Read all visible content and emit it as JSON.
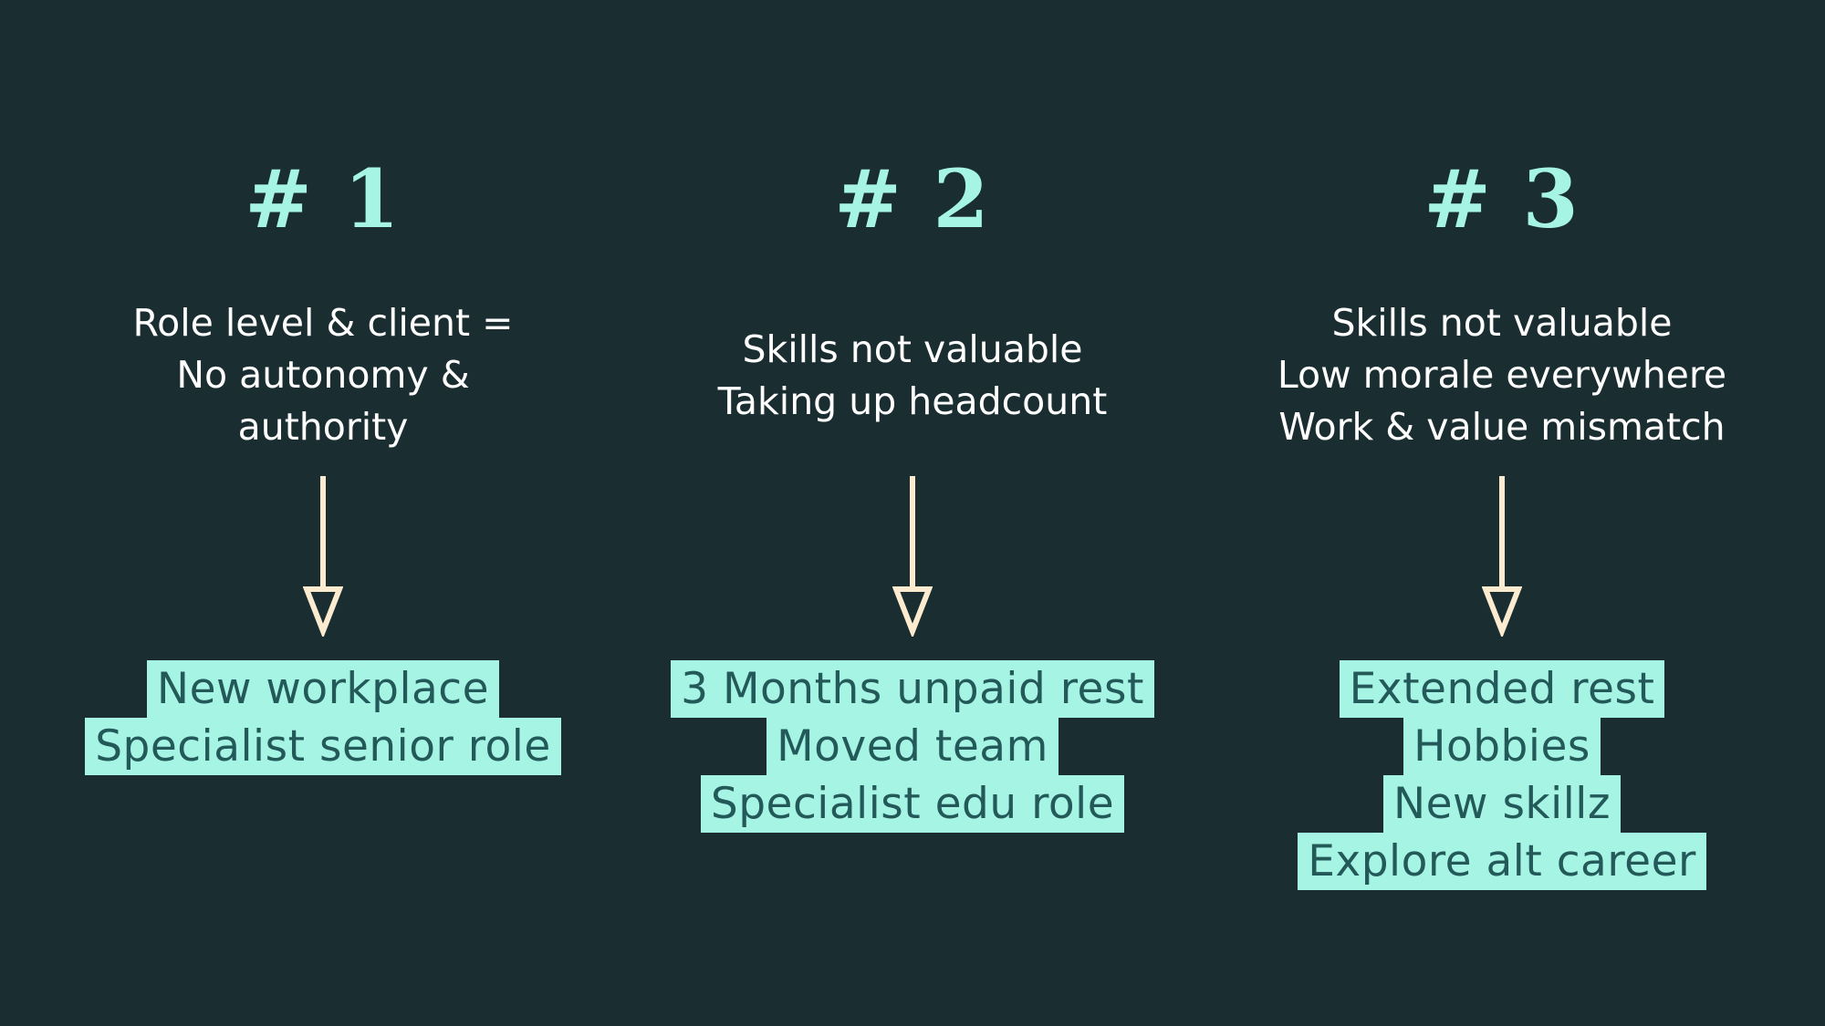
{
  "colors": {
    "background": "#1a2e32",
    "heading": "#a6f5e4",
    "description_text": "#ffffff",
    "arrow": "#fdebd0",
    "highlight_bg": "#a6f5e4",
    "highlight_text": "#24595a"
  },
  "columns": [
    {
      "heading": "# 1",
      "description": [
        "Role level & client =",
        "No autonomy &",
        "authority"
      ],
      "arrow_icon": "arrow-down-icon",
      "outcomes": [
        "New workplace",
        "Specialist senior role"
      ]
    },
    {
      "heading": "# 2",
      "description": [
        "Skills not valuable",
        "Taking up headcount"
      ],
      "arrow_icon": "arrow-down-icon",
      "outcomes": [
        "3 Months unpaid rest",
        "Moved team",
        "Specialist edu role"
      ]
    },
    {
      "heading": "# 3",
      "description": [
        "Skills not valuable",
        "Low morale everywhere",
        "Work & value mismatch"
      ],
      "arrow_icon": "arrow-down-icon",
      "outcomes": [
        "Extended rest",
        "Hobbies",
        "New skillz",
        "Explore alt career"
      ]
    }
  ]
}
